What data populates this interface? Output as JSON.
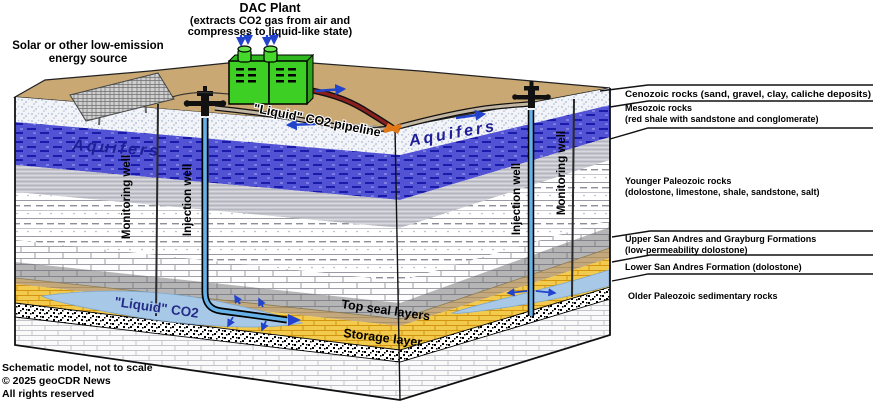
{
  "colors": {
    "surface_tan": "#C9A873",
    "aquifer_blue": "#5252D4",
    "storage_yellow": "#F2CB4E",
    "co2_plume_blue": "#A8C8E8",
    "pipe_blue": "#66B2E8",
    "pipeline_red": "#8B1F1F",
    "dac_green": "#3ECF25",
    "arrow_blue": "#2243CC"
  },
  "dac_plant": {
    "title": "DAC Plant",
    "sub1": "(extracts CO2 gas  from air and",
    "sub2": "compresses to liquid-like state)"
  },
  "solar": {
    "line1": "Solar or other low-emission",
    "line2": "energy source"
  },
  "pipeline": {
    "label": "\"Liquid\" CO2 pipeline"
  },
  "block": {
    "aquifers_left": "Aquifers",
    "aquifers_right": "Aquifers",
    "monitoring_well_left": "Monitoring well",
    "injection_well_left": "Injection well",
    "injection_well_right": "Injection well",
    "monitoring_well_right": "Monitoring well",
    "liquid_co2": "\"Liquid\" CO2",
    "top_seal": "Top seal layers",
    "storage": "Storage layer"
  },
  "strata": {
    "cenozoic": "Cenozoic rocks (sand, gravel, clay, caliche deposits)",
    "mesozoic1": "Mesozoic rocks",
    "mesozoic2": "(red shale with sandstone and conglomerate)",
    "younger1": "Younger Paleozoic rocks",
    "younger2": "(dolostone, limestone, shale, sandstone, salt)",
    "upper1": "Upper San Andres and Grayburg Formations",
    "upper2": "(low-permeability dolostone)",
    "lower": "Lower San Andres Formation (dolostone)",
    "older": "Older Paleozoic sedimentary rocks"
  },
  "footer": {
    "line1": "Schematic model, not to scale",
    "line2": "© 2025 geoCDR News",
    "line3": "All rights reserved"
  }
}
